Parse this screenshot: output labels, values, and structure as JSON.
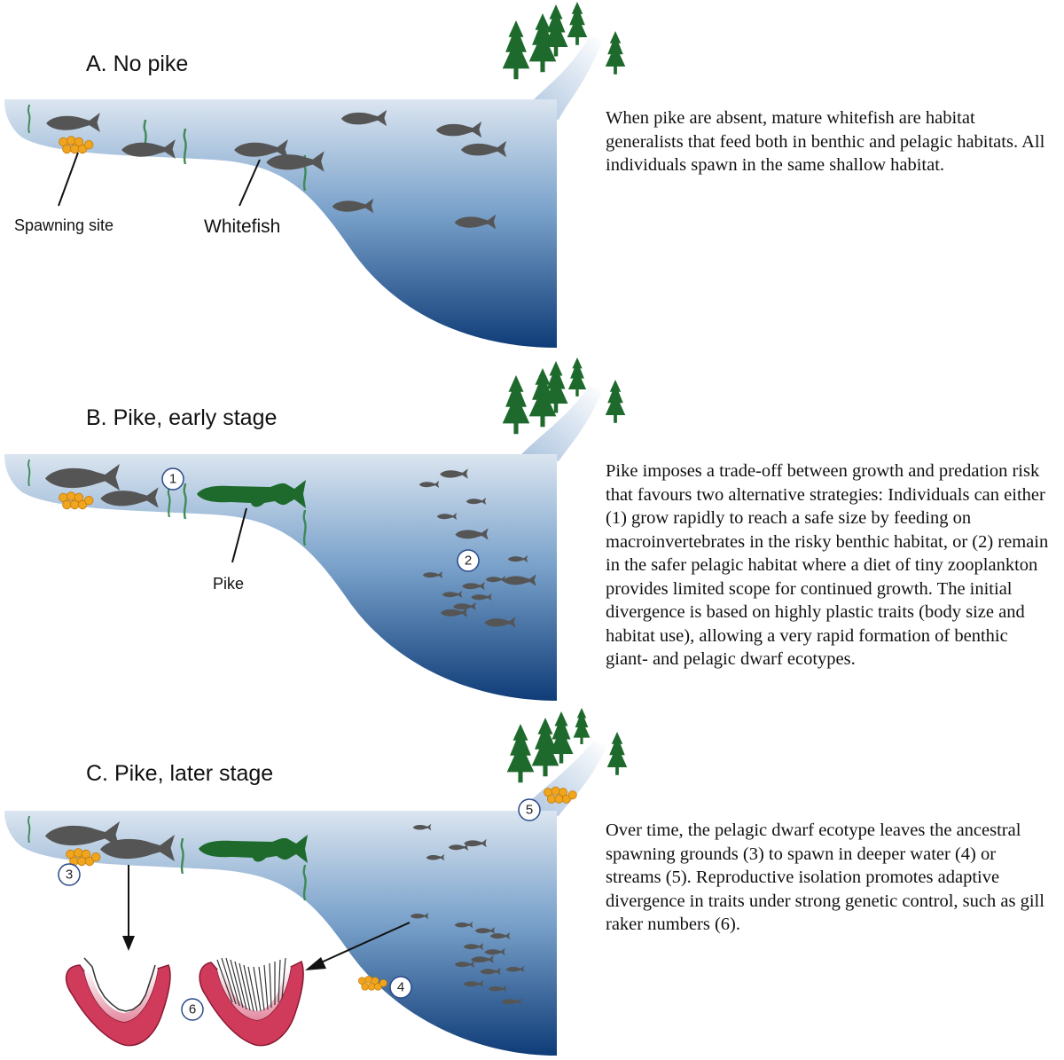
{
  "panels": [
    {
      "id": "A",
      "title": "A. No pike",
      "labels": {
        "spawning": "Spawning site",
        "whitefish": "Whitefish"
      },
      "description": "When pike are absent, mature whitefish are habitat generalists that feed both in benthic and pelagic habitats. All individuals spawn in the same shallow habitat."
    },
    {
      "id": "B",
      "title": "B. Pike, early stage",
      "labels": {
        "pike": "Pike"
      },
      "markers": [
        "1",
        "2"
      ],
      "description": "Pike imposes a trade-off between growth and predation risk that favours two alternative strategies: Individuals can either (1) grow rapidly to reach a safe size by feeding on macroinvertebrates in the risky benthic habitat, or (2) remain in the safer pelagic habitat where a diet of tiny zooplankton provides limited scope for continued growth. The initial divergence is based on highly plastic traits (body size and habitat use), allowing a very rapid formation of benthic giant- and pelagic dwarf ecotypes."
    },
    {
      "id": "C",
      "title": "C. Pike, later stage",
      "markers": [
        "3",
        "4",
        "5",
        "6"
      ],
      "description": "Over time, the pelagic dwarf ecotype leaves the ancestral spawning grounds (3) to spawn in deeper water (4) or streams (5). Reproductive isolation promotes adaptive divergence in traits under strong genetic control, such as gill raker numbers (6)."
    }
  ],
  "colors": {
    "water_top": "#dbe5f0",
    "water_deep": "#0f3c78",
    "whitefish": "#555555",
    "pike": "#1e6a2c",
    "eggs": "#f0a51e",
    "trees": "#1e6a2c",
    "gill_arch": "#d03b5b"
  }
}
